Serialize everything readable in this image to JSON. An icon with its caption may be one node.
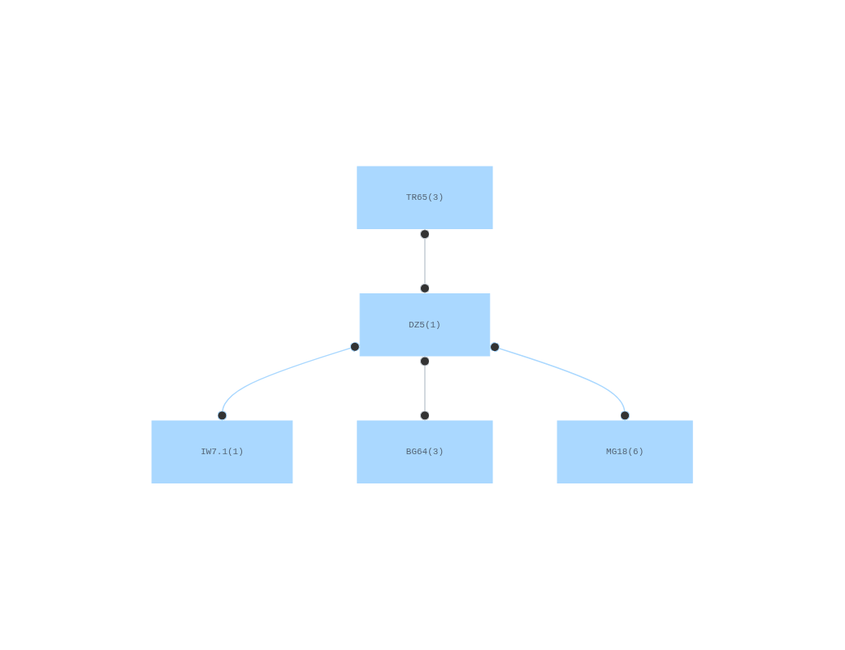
{
  "diagram": {
    "nodes": [
      {
        "text": [
          "TR65(3)"
        ]
      },
      {
        "text": [
          "DZ5(1)"
        ]
      },
      {
        "text": [
          "BG64(3)"
        ]
      },
      {
        "text": [
          "MG18(6)"
        ]
      },
      {
        "text": [
          "IW7.1(1)"
        ]
      }
    ],
    "edges": [
      {
        "from": 0,
        "to": 1,
        "arrow": "other",
        "color": "#c4ccd4"
      },
      {
        "from": 1,
        "to": 4,
        "arrow": "other"
      },
      {
        "from": 1,
        "to": 2,
        "arrow": "other",
        "color": "#c4ccd4"
      },
      {
        "from": 1,
        "to": 3,
        "arrow": "other"
      }
    ]
  }
}
